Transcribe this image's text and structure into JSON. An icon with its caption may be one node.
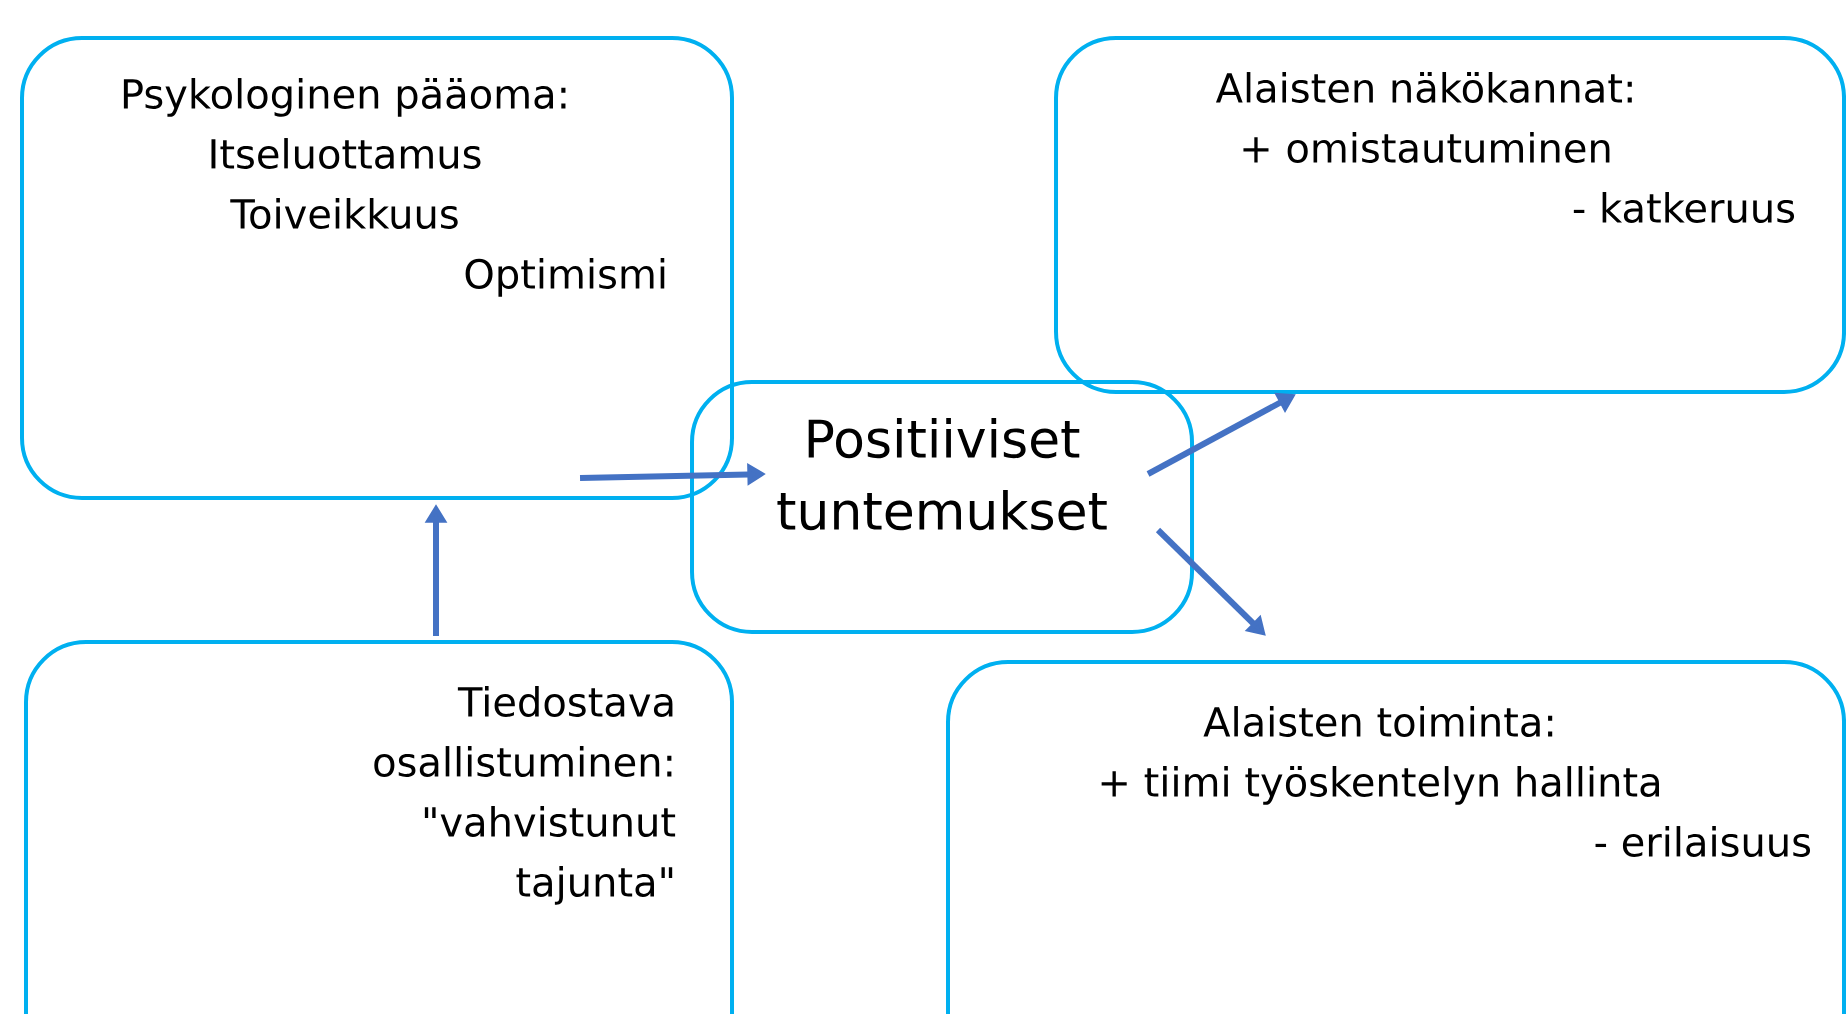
{
  "diagram": {
    "nodes": [
      {
        "text": [
          "Psykologinen pääoma:",
          "Itseluottamus",
          "Toiveikkuus",
          "Optimismi"
        ]
      },
      {
        "text": [
          "Alaisten näkökannat:",
          "+ omistautuminen",
          "- katkeruus"
        ]
      },
      {
        "text": [
          "Positiiviset tuntemukset"
        ]
      },
      {
        "text": [
          "Tiedostava osallistuminen: \"vahvistunut tajunta\""
        ]
      },
      {
        "text": [
          "Alaisten toiminta:",
          "+ tiimi työskentelyn hallinta",
          "- erilaisuus"
        ]
      }
    ],
    "edges": [
      {
        "from": 3,
        "to": 0,
        "arrow": "to"
      },
      {
        "from": 0,
        "to": 2,
        "arrow": "to"
      },
      {
        "from": 2,
        "to": 1,
        "arrow": "to"
      },
      {
        "from": 2,
        "to": 4,
        "arrow": "to"
      }
    ]
  }
}
